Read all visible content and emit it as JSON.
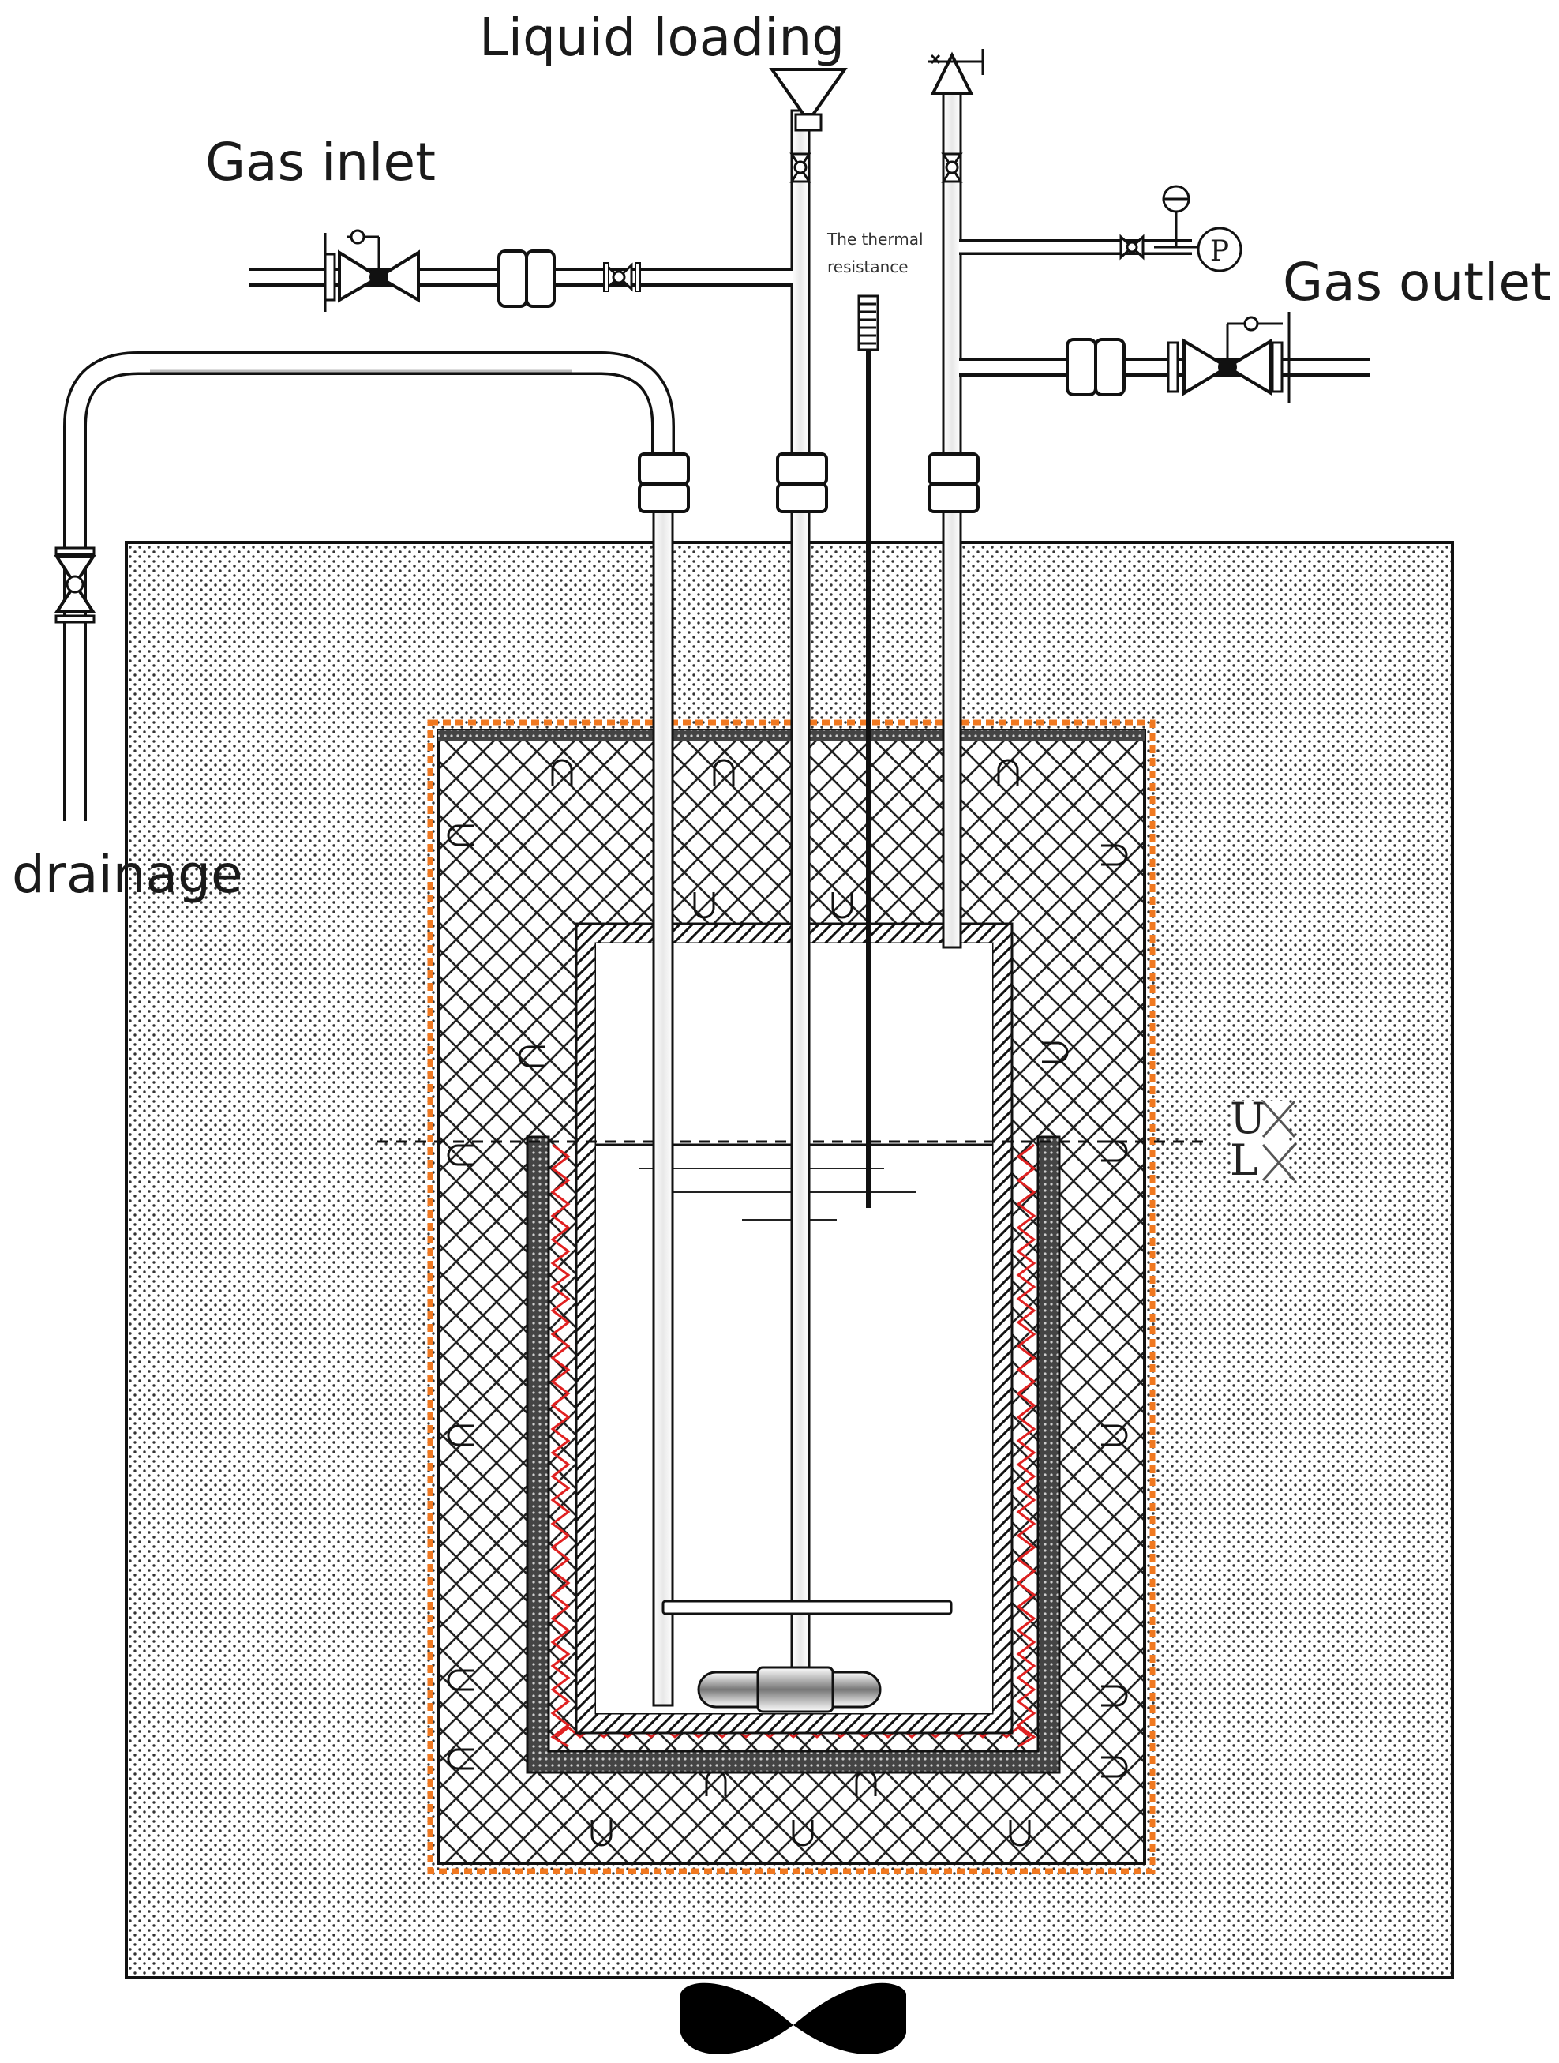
{
  "labels": {
    "liquid_loading": "Liquid loading",
    "gas_inlet": "Gas inlet",
    "gas_outlet": "Gas outlet",
    "drainage": "drainage",
    "thermal_resistance_line1": "The thermal",
    "thermal_resistance_line2": "resistance",
    "pressure_gauge": "P",
    "upper_level": "U",
    "lower_level": "L"
  },
  "colors": {
    "line": "#1a1a1a",
    "insulation_edge": "#f07820",
    "heater": "#e02020",
    "bath_dots": "#333333"
  },
  "icons": {
    "valve": "valve-icon",
    "funnel": "funnel-icon",
    "pressure_gauge": "pressure-gauge-icon",
    "safety_valve": "safety-valve-icon",
    "magnetic_stir_bar": "stir-bar-icon",
    "stirrer_propeller": "propeller-icon"
  }
}
